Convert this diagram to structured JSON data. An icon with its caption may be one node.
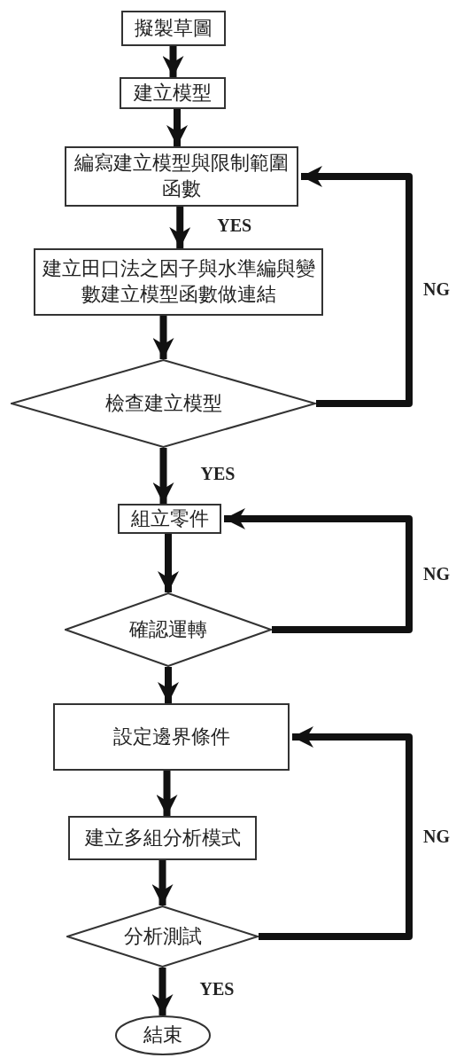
{
  "diagram": {
    "nodes": [
      {
        "text": [
          "擬製草圖"
        ]
      },
      {
        "text": [
          "建立模型"
        ]
      },
      {
        "text": [
          "編寫建立模型與限制範圍函數"
        ]
      },
      {
        "text": [
          "建立田口法之因子與水準編與變數建立模型函數做連結"
        ]
      },
      {
        "text": [
          "檢查建立模型"
        ]
      },
      {
        "text": [
          "組立零件"
        ]
      },
      {
        "text": [
          "確認運轉"
        ]
      },
      {
        "text": [
          "設定邊界條件"
        ]
      },
      {
        "text": [
          "建立多組分析模式"
        ]
      },
      {
        "text": [
          "分析測試"
        ]
      },
      {
        "text": [
          "結束"
        ]
      }
    ],
    "edges": [
      {
        "from": 0,
        "to": 1,
        "arrow": "to"
      },
      {
        "from": 1,
        "to": 2,
        "arrow": "to"
      },
      {
        "from": 2,
        "to": 3,
        "arrow": "to",
        "label": "YES"
      },
      {
        "from": 3,
        "to": 4,
        "arrow": "to"
      },
      {
        "from": 4,
        "to": 5,
        "arrow": "to",
        "label": "YES"
      },
      {
        "from": 5,
        "to": 6,
        "arrow": "to"
      },
      {
        "from": 6,
        "to": 7,
        "arrow": "to"
      },
      {
        "from": 7,
        "to": 8,
        "arrow": "to"
      },
      {
        "from": 8,
        "to": 9,
        "arrow": "to"
      },
      {
        "from": 9,
        "to": 10,
        "arrow": "to",
        "label": "YES"
      },
      {
        "from": 4,
        "to": 2,
        "arrow": "to",
        "label": "NG"
      },
      {
        "from": 6,
        "to": 5,
        "arrow": "to",
        "label": "NG"
      },
      {
        "from": 9,
        "to": 7,
        "arrow": "to",
        "label": "NG"
      }
    ]
  }
}
